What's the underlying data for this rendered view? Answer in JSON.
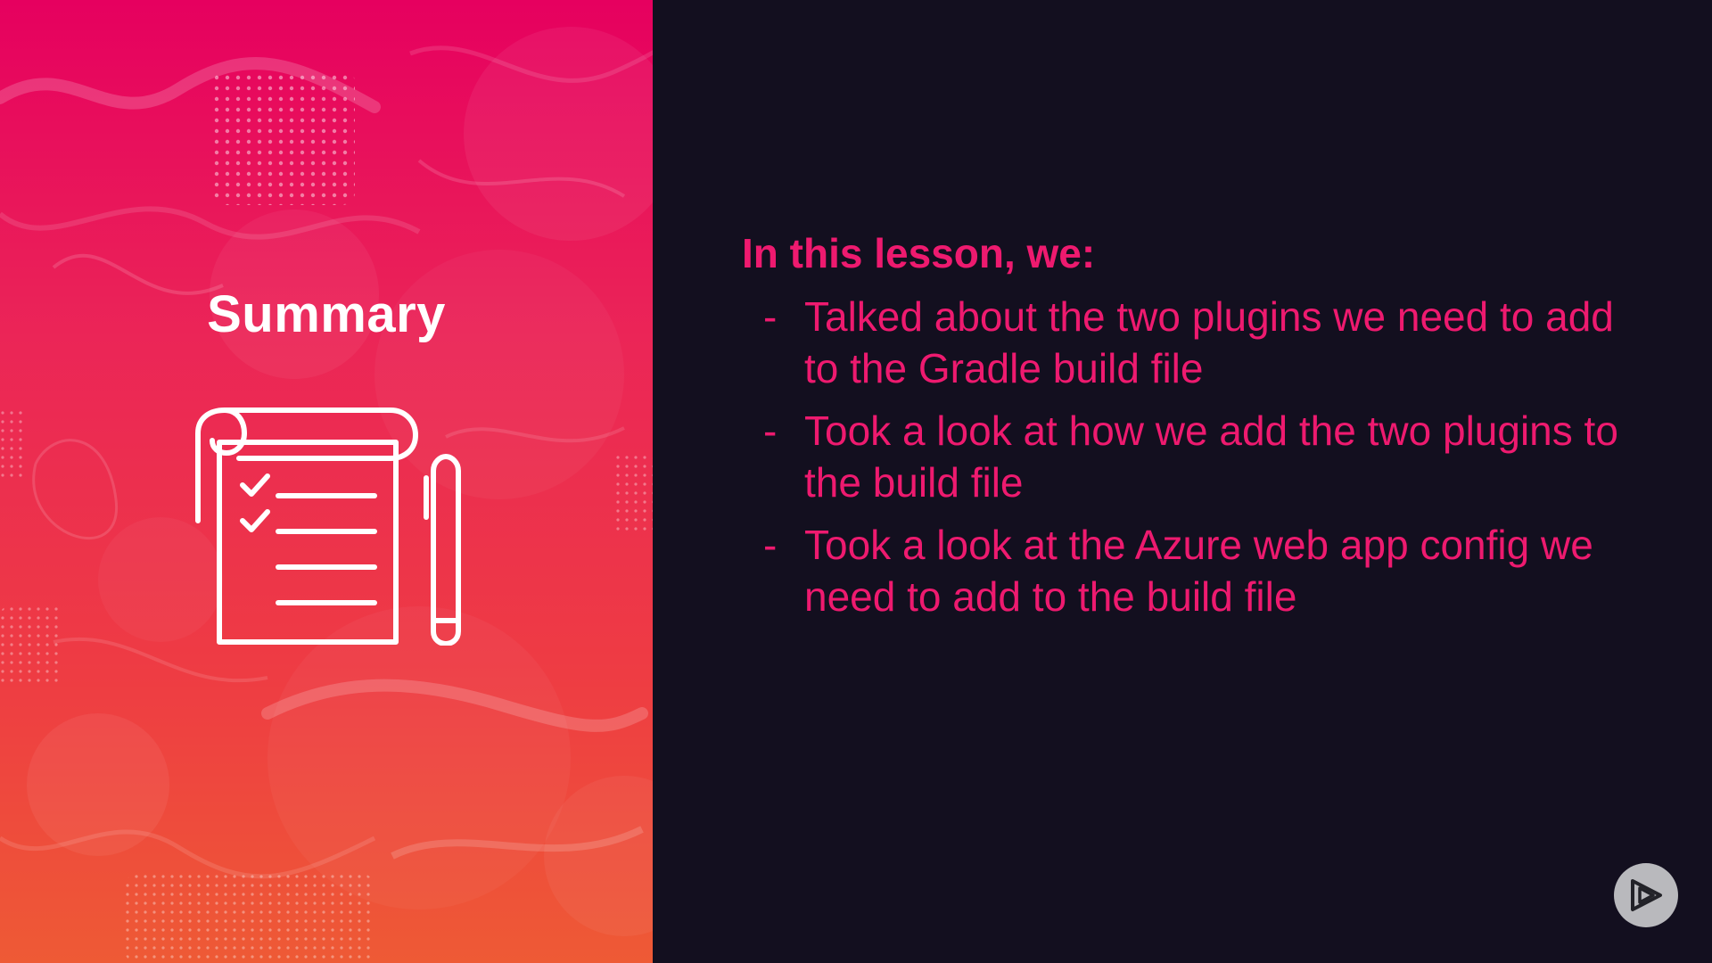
{
  "slide": {
    "title": "Summary",
    "icon": "checklist-notepad-with-pen-icon",
    "heading": "In this lesson, we:",
    "bullet_marker": "-",
    "bullets": [
      "Talked about the two plugins we need to add to the Gradle build file",
      "Took a look at how we add the two plugins to the build file",
      "Took a look at the Azure web app config we need to add to the build file"
    ]
  },
  "player": {
    "logo_icon": "play-logo-icon"
  },
  "colors": {
    "accent_pink": "#ee1a6f",
    "background_dark": "#130f1f",
    "gradient_top": "#e6005f",
    "gradient_bottom": "#ee5a35",
    "logo_bg": "#b9b9bd"
  }
}
